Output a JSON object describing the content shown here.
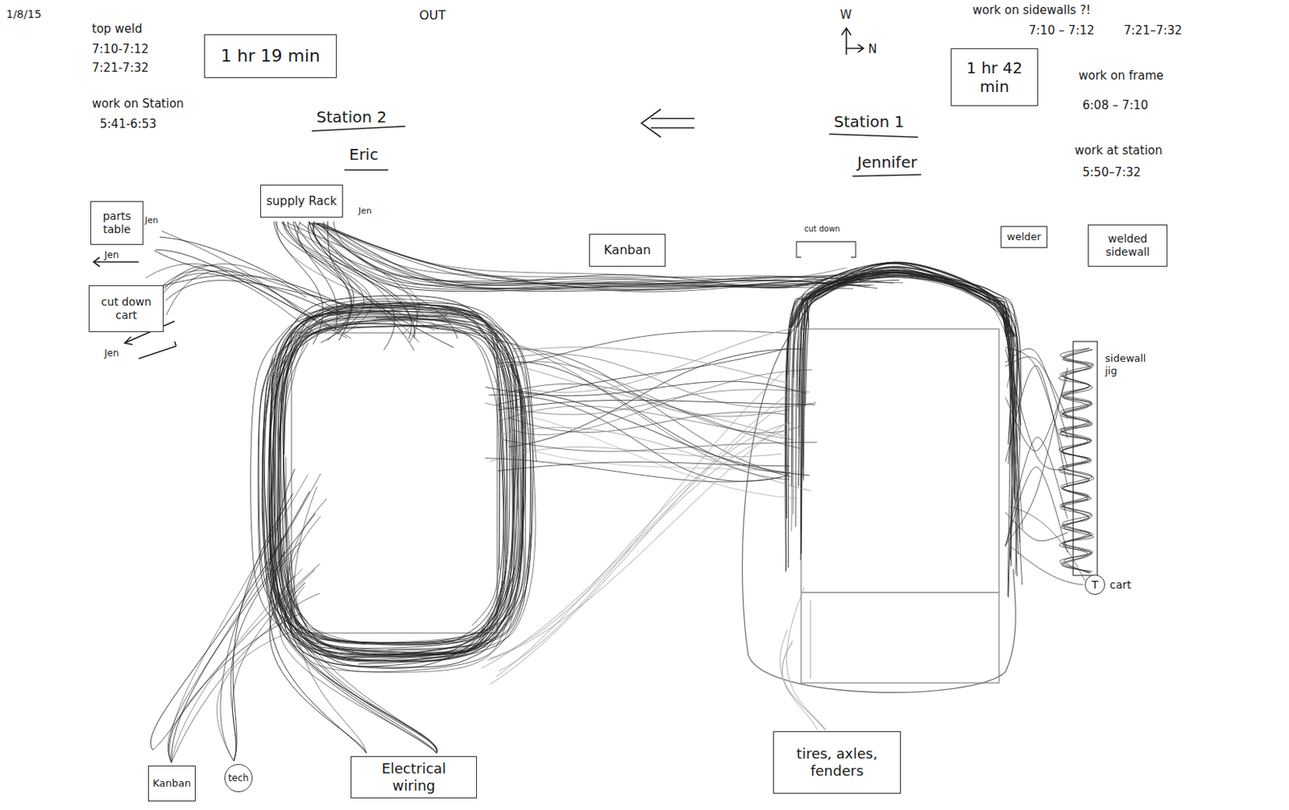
{
  "diagram": {
    "nodes": [
      {
        "text": [
          "1 hr 19 min"
        ]
      },
      {
        "text": [
          "1 hr 42 min"
        ]
      },
      {
        "text": [
          "parts table"
        ]
      },
      {
        "text": [
          "supply Rack"
        ]
      },
      {
        "text": [
          "Kanban"
        ]
      },
      {
        "text": [
          "cut down cart"
        ]
      },
      {
        "text": [
          "welder"
        ]
      },
      {
        "text": [
          "welded sidewall"
        ]
      },
      {
        "text": [
          "Kanban"
        ]
      },
      {
        "text": [
          "tech"
        ]
      },
      {
        "text": [
          "Electrical wiring"
        ]
      },
      {
        "text": [
          "tires, axles, fenders"
        ]
      },
      {
        "text": [
          "T"
        ]
      }
    ],
    "labels": [
      "1/8/15",
      "OUT",
      "top weld",
      "7:10-7:12",
      "7:21-7:32",
      "work on Station",
      "5:41-6:53",
      "Station 2",
      "Eric",
      "W",
      "N",
      "work on sidewalls ?!",
      "7:10 – 7:12",
      "7:21–7:32",
      "work on frame",
      "6:08 – 7:10",
      "Station 1",
      "Jennifer",
      "work at station",
      "5:50–7:32",
      "Jen",
      "Jen",
      "Jen",
      "Jen",
      "cut down",
      "sidewall jig",
      "cart"
    ]
  }
}
